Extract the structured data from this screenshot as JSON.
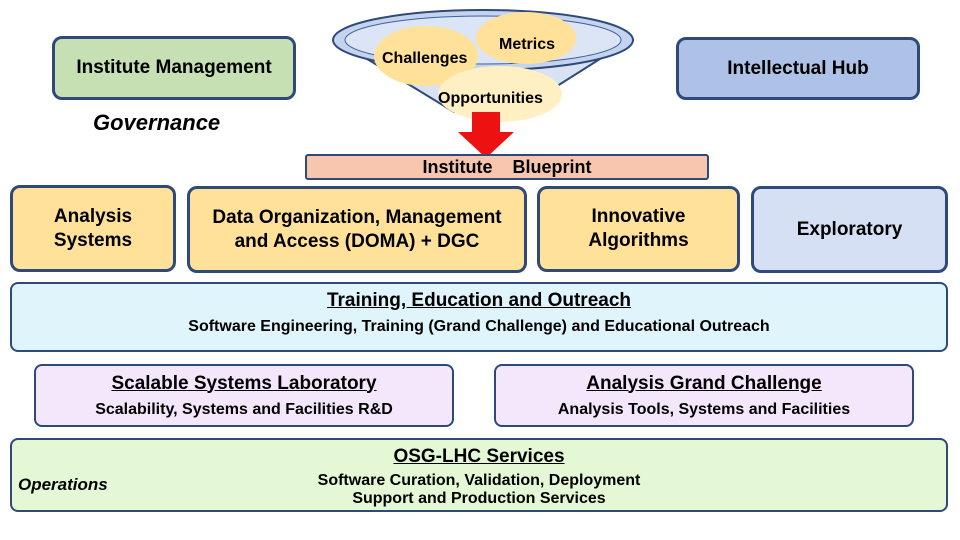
{
  "top": {
    "institute_management": "Institute Management",
    "governance": "Governance",
    "intellectual_hub": "Intellectual Hub"
  },
  "funnel": {
    "challenges": "Challenges",
    "metrics": "Metrics",
    "opportunities": "Opportunities"
  },
  "blueprint": "Institute    Blueprint",
  "focus_areas": {
    "analysis_systems": [
      "Analysis",
      "Systems"
    ],
    "doma": [
      "Data Organization, Management",
      "and Access (DOMA) + DGC"
    ],
    "innovative_algorithms": [
      "Innovative",
      "Algorithms"
    ],
    "exploratory": "Exploratory"
  },
  "training": {
    "title": "Training, Education and Outreach",
    "subtitle": "Software Engineering, Training (Grand Challenge) and Educational Outreach"
  },
  "ssl": {
    "title": "Scalable Systems Laboratory",
    "subtitle": "Scalability, Systems and Facilities R&D"
  },
  "agc": {
    "title": "Analysis Grand Challenge",
    "subtitle": "Analysis Tools, Systems and Facilities"
  },
  "osg": {
    "title": "OSG-LHC Services",
    "line1": "Software Curation, Validation, Deployment",
    "line2": "Support and Production Services",
    "operations": "Operations"
  }
}
